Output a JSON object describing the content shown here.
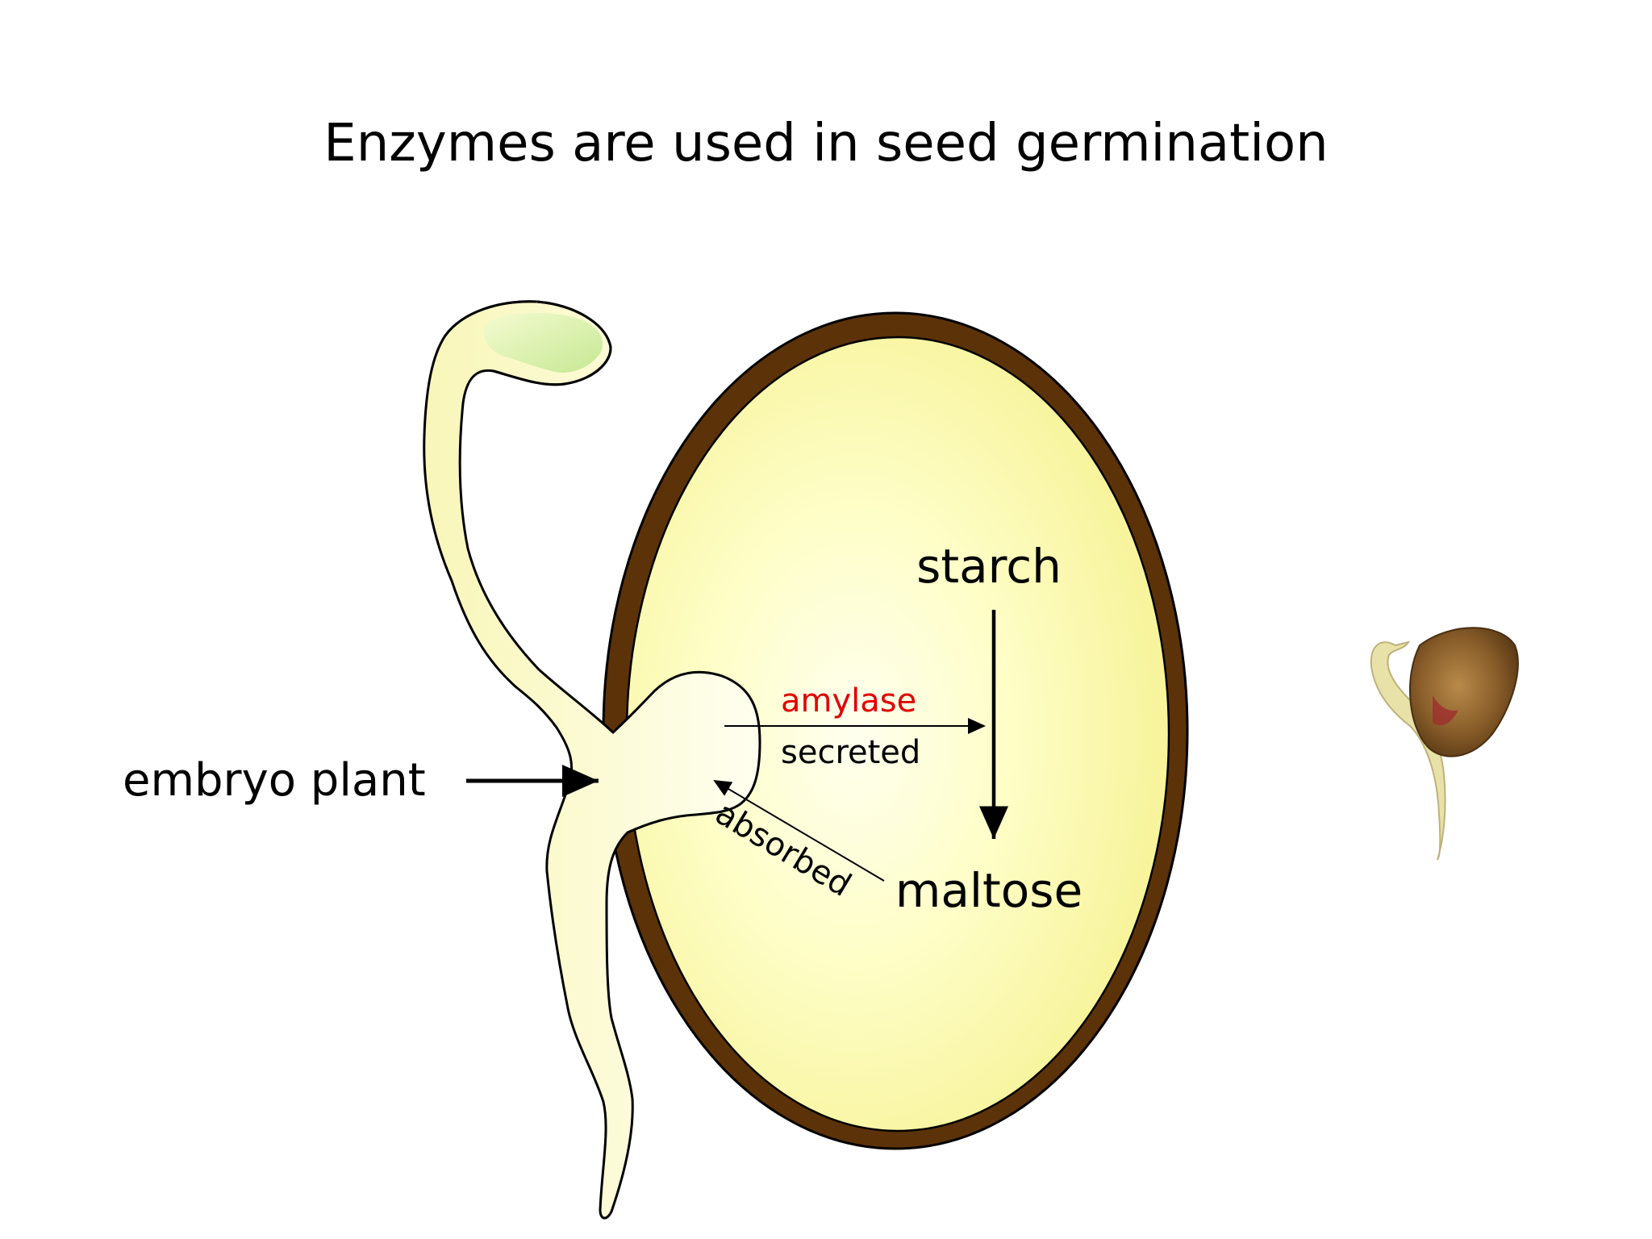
{
  "title": "Enzymes are used in seed germination",
  "labels": {
    "starch": "starch",
    "maltose": "maltose",
    "enzyme": "amylase",
    "secreted": "secreted",
    "absorbed": "absorbed",
    "embryo": "embryo plant"
  },
  "colors": {
    "seed_coat": "#5c3208",
    "endosperm_center": "#fefed8",
    "endosperm_edge": "#f8f49a",
    "embryo_fill": "#fbfbc2",
    "shoot_tip": "#cfeaa0",
    "enzyme_text": "#e00000",
    "text": "#000000"
  },
  "icons": {
    "photo": "germinating-seed-photo"
  }
}
